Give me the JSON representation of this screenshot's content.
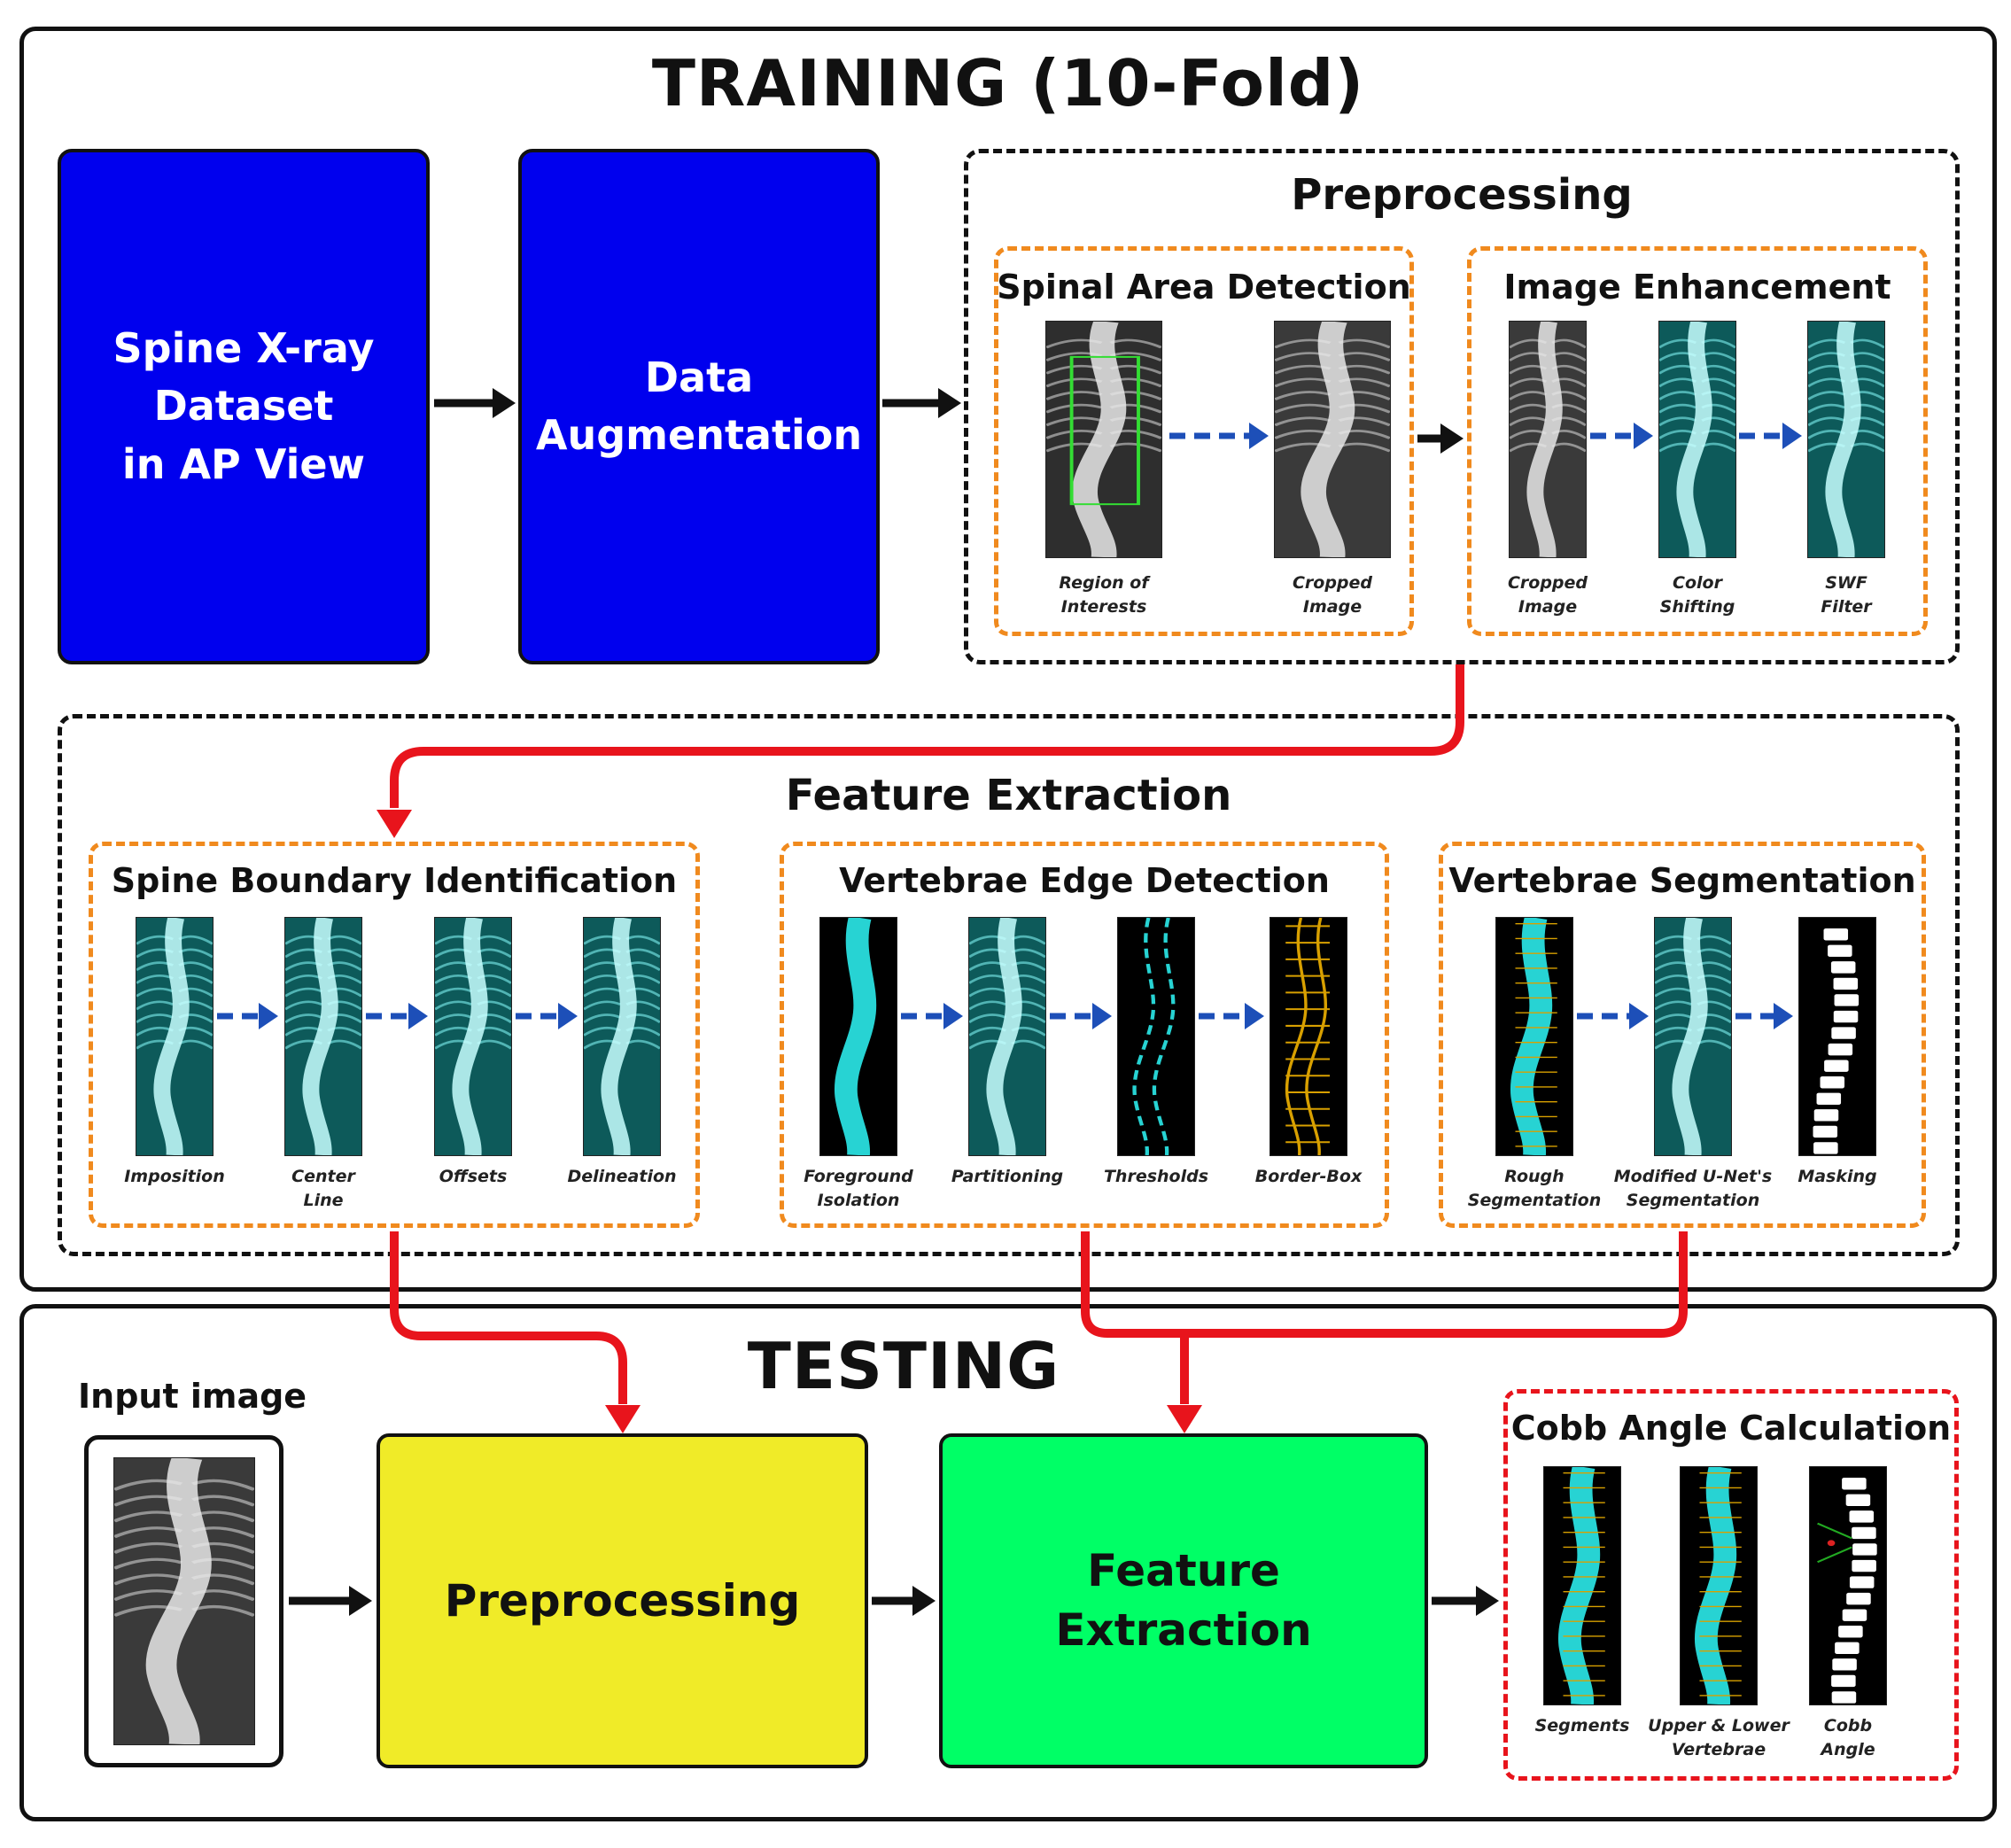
{
  "training": {
    "title": "TRAINING (10-Fold)",
    "dataset_label": "Spine X-ray\nDataset\nin AP View",
    "augmentation_label": "Data\nAugmentation",
    "preprocessing": {
      "title": "Preprocessing",
      "spinal_area": {
        "title": "Spinal Area Detection",
        "captions": [
          "Region of\nInterests",
          "Cropped\nImage"
        ]
      },
      "enhancement": {
        "title": "Image Enhancement",
        "captions": [
          "Cropped\nImage",
          "Color\nShifting",
          "SWF\nFilter"
        ]
      }
    },
    "feature_extraction": {
      "title": "Feature Extraction",
      "boundary": {
        "title": "Spine Boundary Identification",
        "captions": [
          "Imposition",
          "Center\nLine",
          "Offsets",
          "Delineation"
        ]
      },
      "edge": {
        "title": "Vertebrae Edge Detection",
        "captions": [
          "Foreground\nIsolation",
          "Partitioning",
          "Thresholds",
          "Border-Box"
        ]
      },
      "segmentation": {
        "title": "Vertebrae Segmentation",
        "captions": [
          "Rough\nSegmentation",
          "Modified U-Net's\nSegmentation",
          "Masking"
        ]
      }
    }
  },
  "testing": {
    "title": "TESTING",
    "input_label": "Input image",
    "preprocessing_label": "Preprocessing",
    "feature_label": "Feature\nExtraction",
    "cobb": {
      "title": "Cobb Angle Calculation",
      "captions": [
        "Segments",
        "Upper & Lower\nVertebrae",
        "Cobb\nAngle"
      ]
    }
  },
  "colors": {
    "dataset_box": "#0000ee",
    "orange_dash": "#f08a1e",
    "red_flow": "#e8141c",
    "blue_arrow": "#1d4fb8",
    "test_preprocessing": "#f0eb28",
    "test_feature": "#00ff66",
    "cyan_xray": "#27d3d3"
  }
}
